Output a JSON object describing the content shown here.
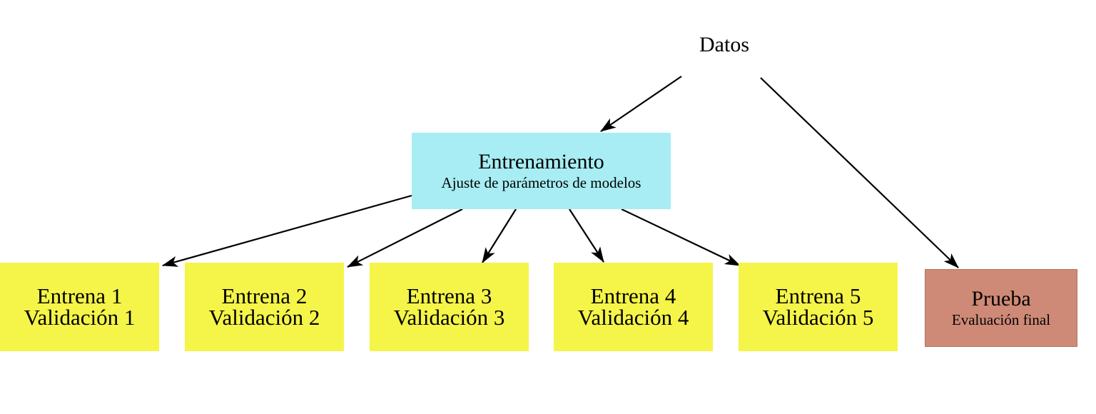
{
  "nodes": {
    "datos": {
      "label": "Datos"
    },
    "entrenamiento": {
      "title": "Entrenamiento",
      "subtitle": "Ajuste de parámetros de modelos"
    },
    "folds": [
      {
        "line1": "Entrena 1",
        "line2": "Validación 1"
      },
      {
        "line1": "Entrena 2",
        "line2": "Validación 2"
      },
      {
        "line1": "Entrena 3",
        "line2": "Validación 3"
      },
      {
        "line1": "Entrena 4",
        "line2": "Validación 4"
      },
      {
        "line1": "Entrena 5",
        "line2": "Validación 5"
      }
    ],
    "prueba": {
      "title": "Prueba",
      "subtitle": "Evaluación final"
    }
  },
  "edges": [
    {
      "from": "datos",
      "to": "entrenamiento"
    },
    {
      "from": "datos",
      "to": "prueba"
    },
    {
      "from": "entrenamiento",
      "to": "fold-1"
    },
    {
      "from": "entrenamiento",
      "to": "fold-2"
    },
    {
      "from": "entrenamiento",
      "to": "fold-3"
    },
    {
      "from": "entrenamiento",
      "to": "fold-4"
    },
    {
      "from": "entrenamiento",
      "to": "fold-5"
    }
  ],
  "colors": {
    "training_bg": "#A7EDF3",
    "fold_bg": "#F5F449",
    "test_bg": "#CE8A76",
    "arrow": "#000000",
    "text": "#000000",
    "background": "#FFFFFF"
  }
}
